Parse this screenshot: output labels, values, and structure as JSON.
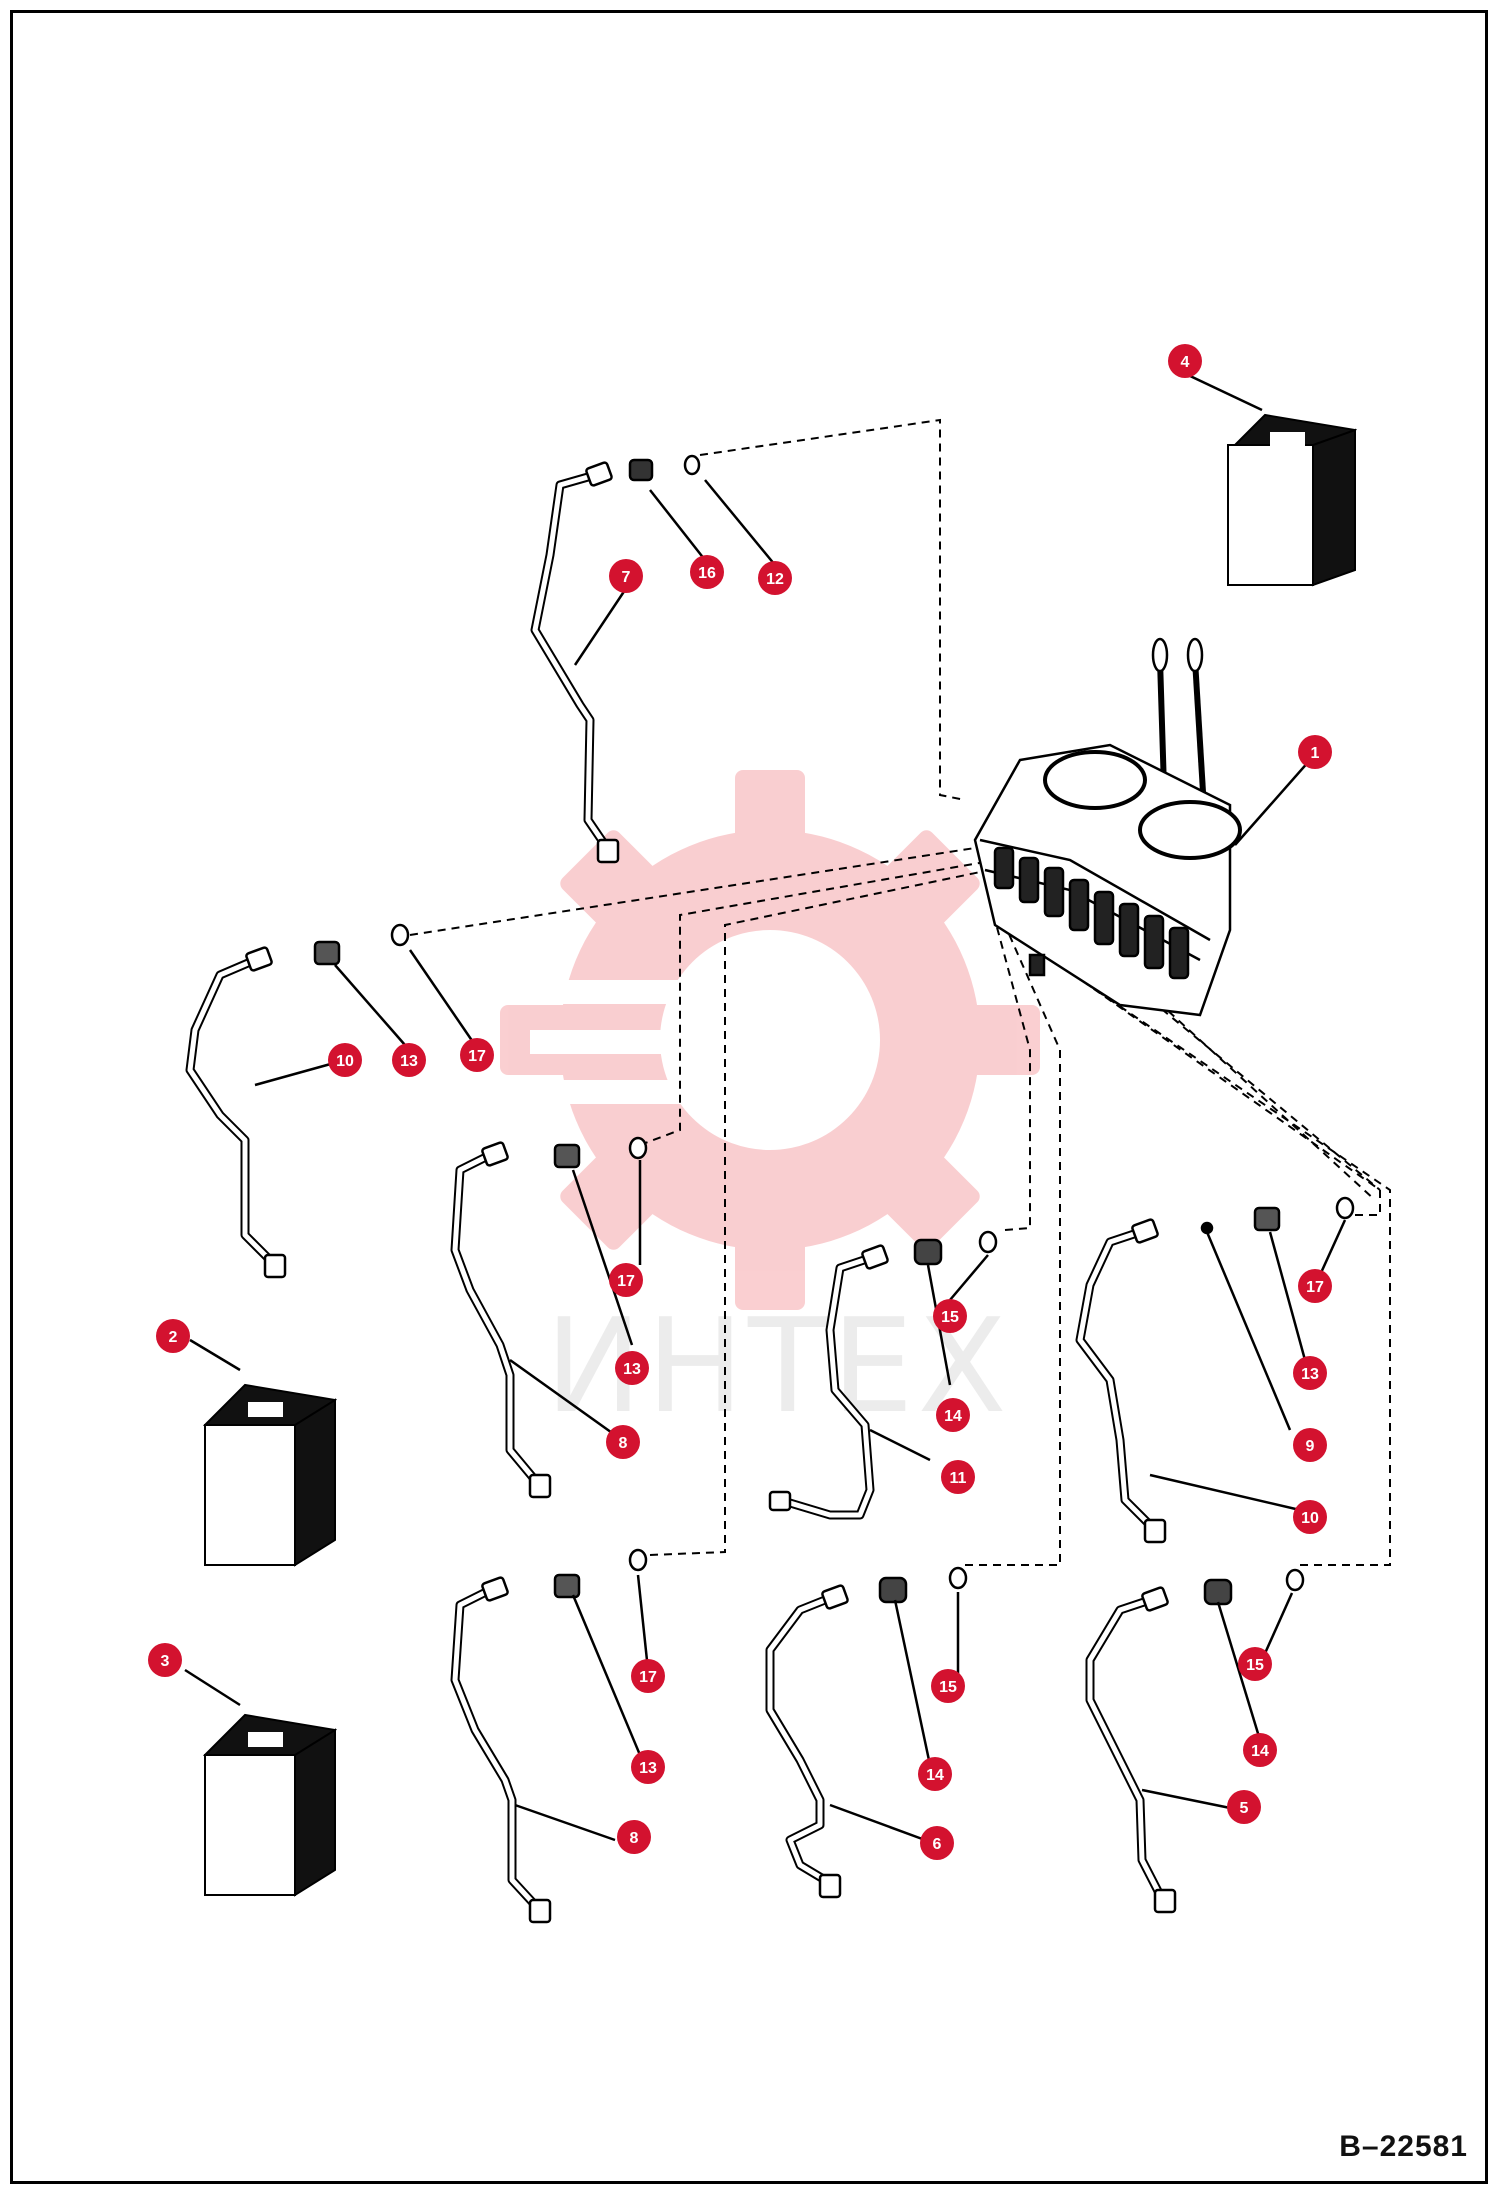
{
  "drawing_number": "B–22581",
  "watermark": {
    "text": "ИНТЕХ",
    "color": "#e8242e"
  },
  "callout_color": "#d3122f",
  "callouts": [
    {
      "id": "c4",
      "label": "4"
    },
    {
      "id": "c7",
      "label": "7"
    },
    {
      "id": "c16",
      "label": "16"
    },
    {
      "id": "c12",
      "label": "12"
    },
    {
      "id": "c1",
      "label": "1"
    },
    {
      "id": "c10a",
      "label": "10"
    },
    {
      "id": "c13a",
      "label": "13"
    },
    {
      "id": "c17a",
      "label": "17"
    },
    {
      "id": "c17b",
      "label": "17"
    },
    {
      "id": "c13b",
      "label": "13"
    },
    {
      "id": "c8a",
      "label": "8"
    },
    {
      "id": "c2",
      "label": "2"
    },
    {
      "id": "c15a",
      "label": "15"
    },
    {
      "id": "c14a",
      "label": "14"
    },
    {
      "id": "c11",
      "label": "11"
    },
    {
      "id": "c17c",
      "label": "17"
    },
    {
      "id": "c13c",
      "label": "13"
    },
    {
      "id": "c9",
      "label": "9"
    },
    {
      "id": "c10b",
      "label": "10"
    },
    {
      "id": "c3",
      "label": "3"
    },
    {
      "id": "c17d",
      "label": "17"
    },
    {
      "id": "c13d",
      "label": "13"
    },
    {
      "id": "c8b",
      "label": "8"
    },
    {
      "id": "c15b",
      "label": "15"
    },
    {
      "id": "c14b",
      "label": "14"
    },
    {
      "id": "c6",
      "label": "6"
    },
    {
      "id": "c15c",
      "label": "15"
    },
    {
      "id": "c14c",
      "label": "14"
    },
    {
      "id": "c5",
      "label": "5"
    }
  ]
}
